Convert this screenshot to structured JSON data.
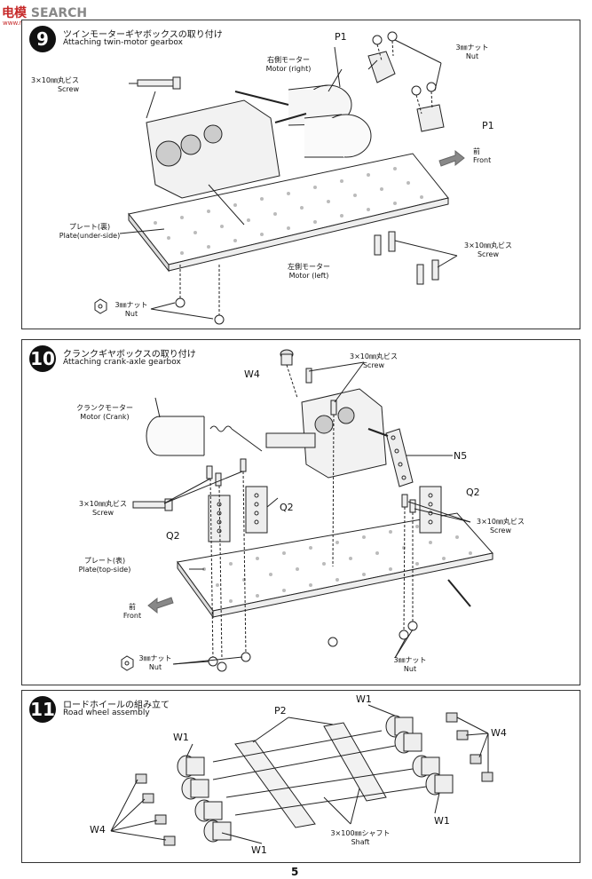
{
  "watermark": {
    "lead": "电模",
    "rest": "SEARCH",
    "url": "www.moxing.net"
  },
  "steps": [
    {
      "number": "9",
      "title_jp": "ツインモーターギヤボックスの取り付け",
      "title_en": "Attaching twin-motor gearbox",
      "labels": {
        "screw_jp": "3×10㎜丸ビス",
        "screw_en": "Screw",
        "p1": "P1",
        "p1b": "P1",
        "nut_jp": "3㎜ナット",
        "nut_en": "Nut",
        "motor_right_jp": "右側モーター",
        "motor_right_en": "Motor (right)",
        "front_jp": "前",
        "front_en": "Front",
        "plate_jp": "プレート(裏)",
        "plate_en": "Plate(under-side)",
        "screw2_jp": "3×10㎜丸ビス",
        "screw2_en": "Screw",
        "motor_left_jp": "左側モーター",
        "motor_left_en": "Motor (left)",
        "nut2_jp": "3㎜ナット",
        "nut2_en": "Nut"
      }
    },
    {
      "number": "10",
      "title_jp": "クランクギヤボックスの取り付け",
      "title_en": "Attaching crank-axle gearbox",
      "labels": {
        "w4": "W4",
        "screw_jp": "3×10㎜丸ビス",
        "screw_en": "Screw",
        "crank_motor_jp": "クランクモーター",
        "crank_motor_en": "Motor (Crank)",
        "n5": "N5",
        "q2a": "Q2",
        "q2b": "Q2",
        "q2c": "Q2",
        "screw2_jp": "3×10㎜丸ビス",
        "screw2_en": "Screw",
        "screw3_jp": "3×10㎜丸ビス",
        "screw3_en": "Screw",
        "plate_jp": "プレート(表)",
        "plate_en": "Plate(top-side)",
        "front_jp": "前",
        "front_en": "Front",
        "nut_jp": "3㎜ナット",
        "nut_en": "Nut",
        "nut2_jp": "3㎜ナット",
        "nut2_en": "Nut"
      }
    },
    {
      "number": "11",
      "title_jp": "ロードホイールの組み立て",
      "title_en": "Road wheel assembly",
      "labels": {
        "p2": "P2",
        "w1a": "W1",
        "w1b": "W1",
        "w1c": "W1",
        "w1d": "W1",
        "w4a": "W4",
        "w4b": "W4",
        "shaft_jp": "3×100㎜シャフト",
        "shaft_en": "Shaft"
      }
    }
  ],
  "page_number": "5"
}
